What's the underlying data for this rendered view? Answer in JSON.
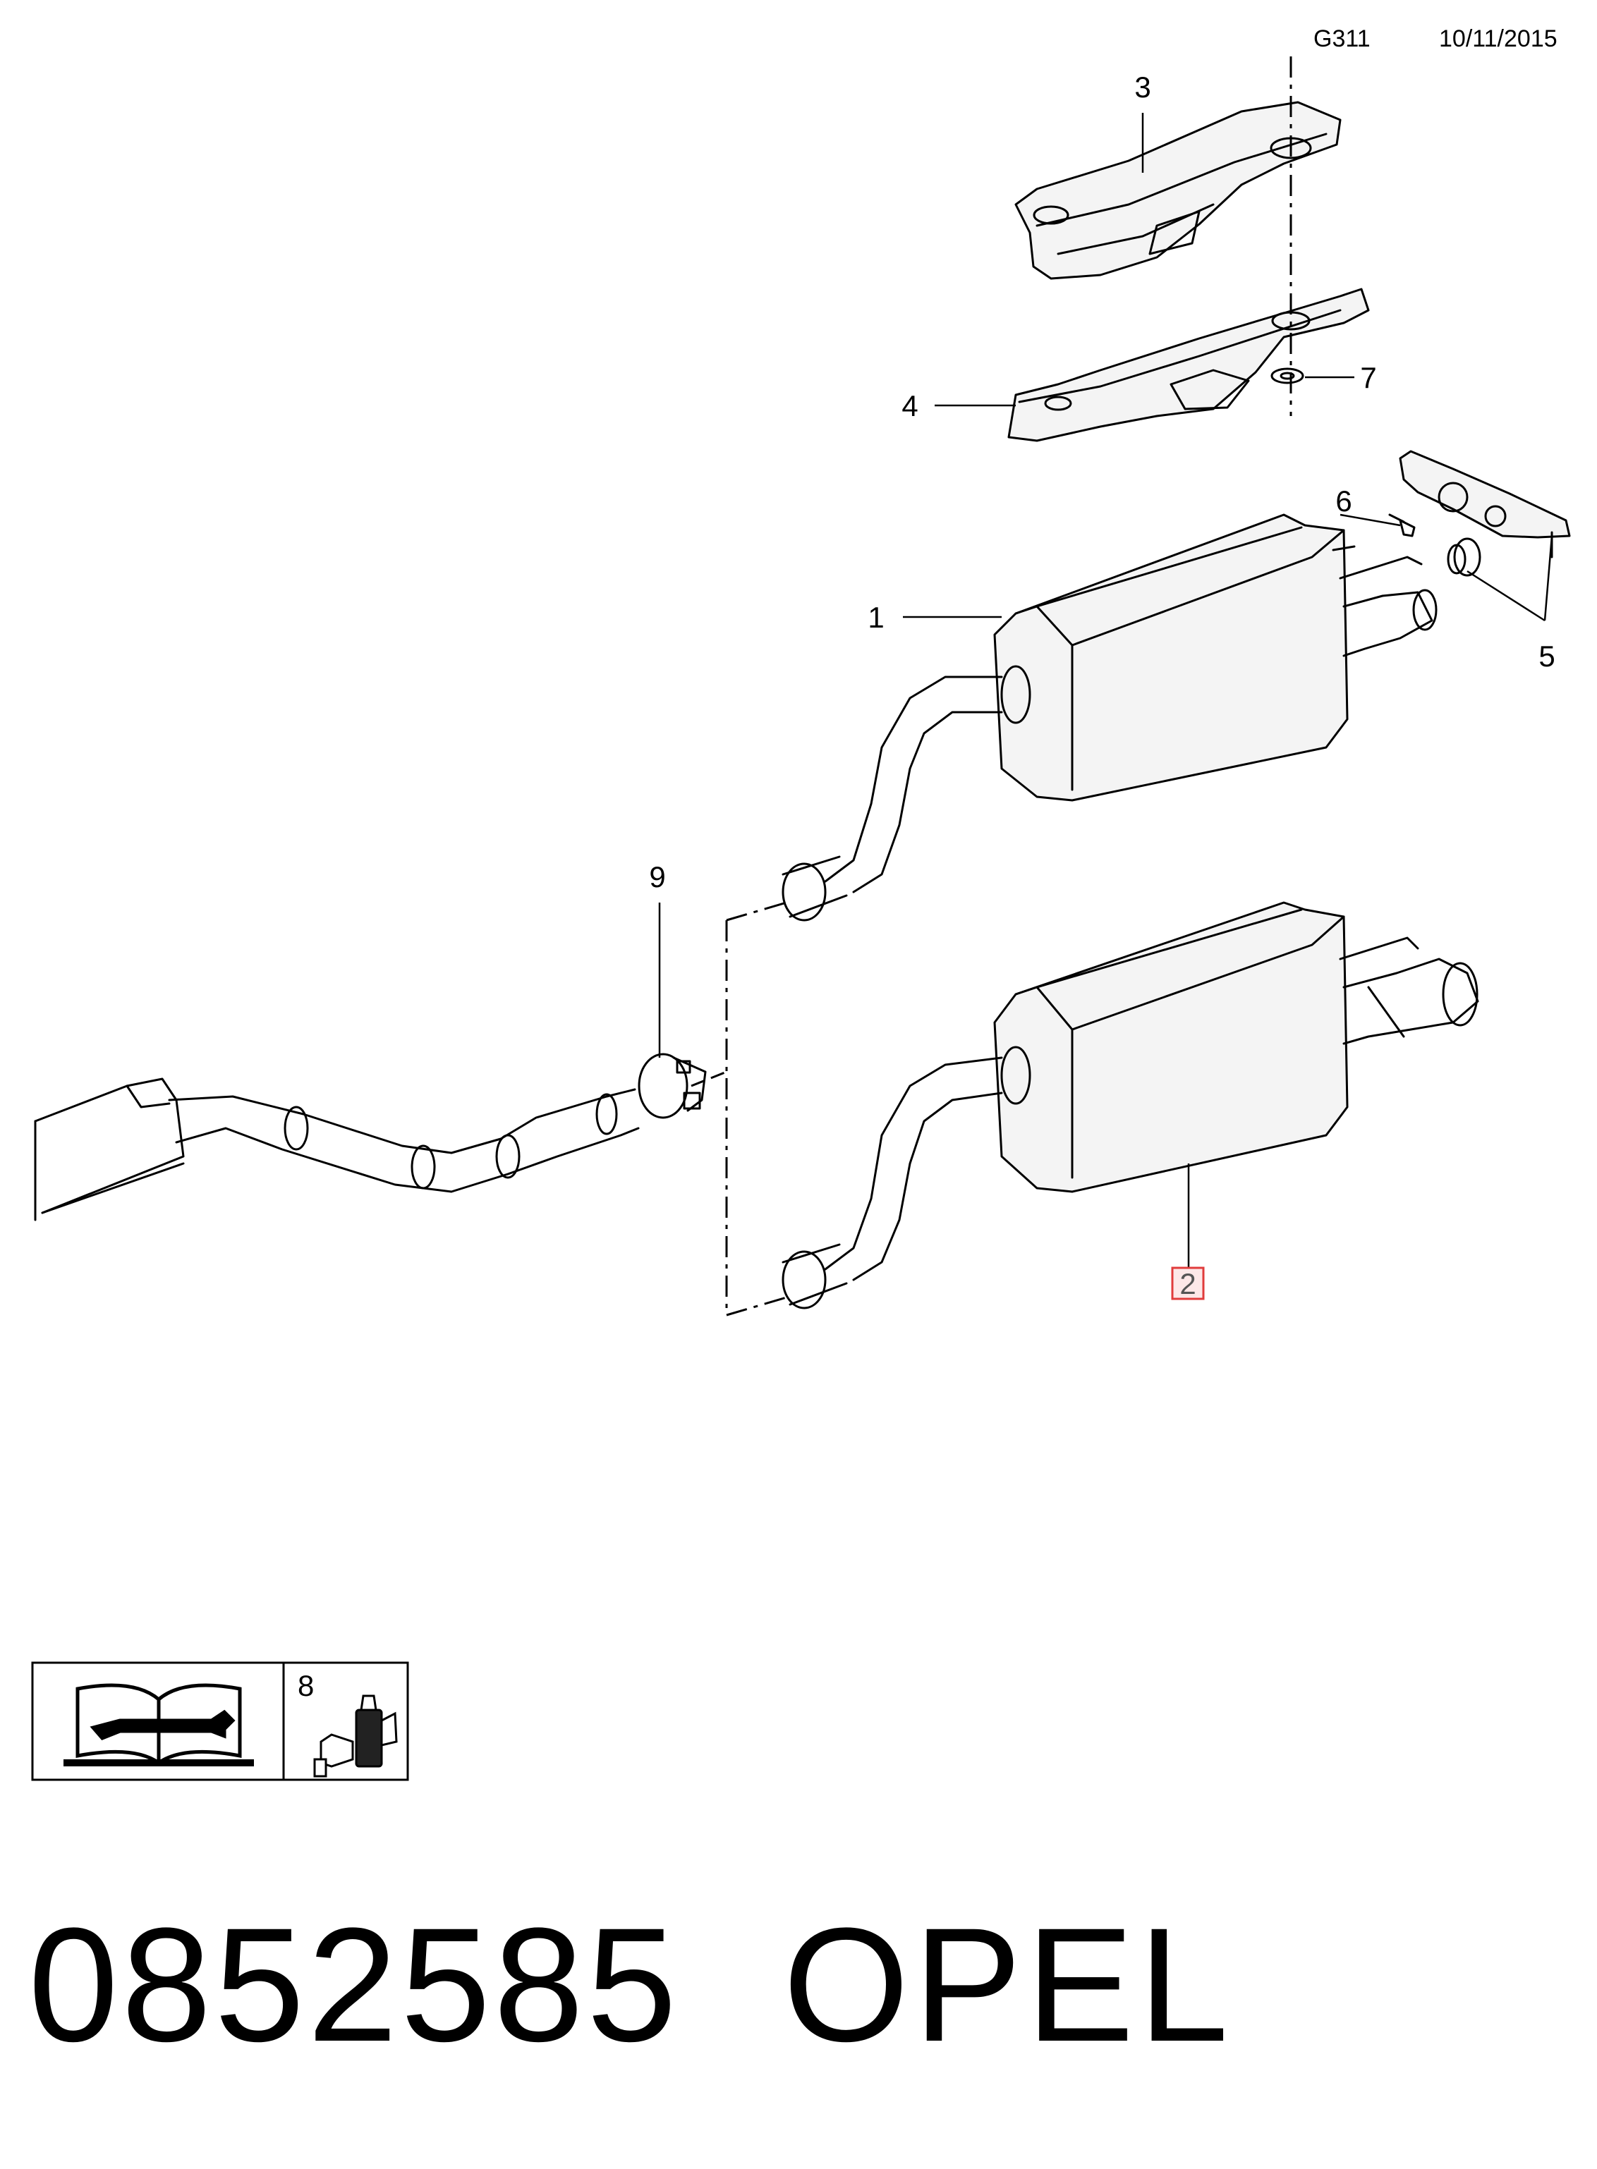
{
  "header": {
    "code": "G311",
    "date": "10/11/2015"
  },
  "callouts": [
    {
      "id": "1",
      "text": "1"
    },
    {
      "id": "2",
      "text": "2",
      "highlighted": true
    },
    {
      "id": "3",
      "text": "3"
    },
    {
      "id": "4",
      "text": "4"
    },
    {
      "id": "5",
      "text": "5"
    },
    {
      "id": "6",
      "text": "6"
    },
    {
      "id": "7",
      "text": "7"
    },
    {
      "id": "8",
      "text": "8"
    },
    {
      "id": "9",
      "text": "9"
    }
  ],
  "legend": {
    "cells": [
      {
        "icon": "repair-manual-icon"
      },
      {
        "icon": "sealant-bottle-icon",
        "ref": "8"
      }
    ]
  },
  "footer": {
    "part_number": "0852585",
    "brand": "OPEL"
  },
  "colors": {
    "line": "#000000",
    "highlight_border": "#e03c3c",
    "highlight_fill": "#fde8e8",
    "part_fill": "#f4f4f4"
  }
}
